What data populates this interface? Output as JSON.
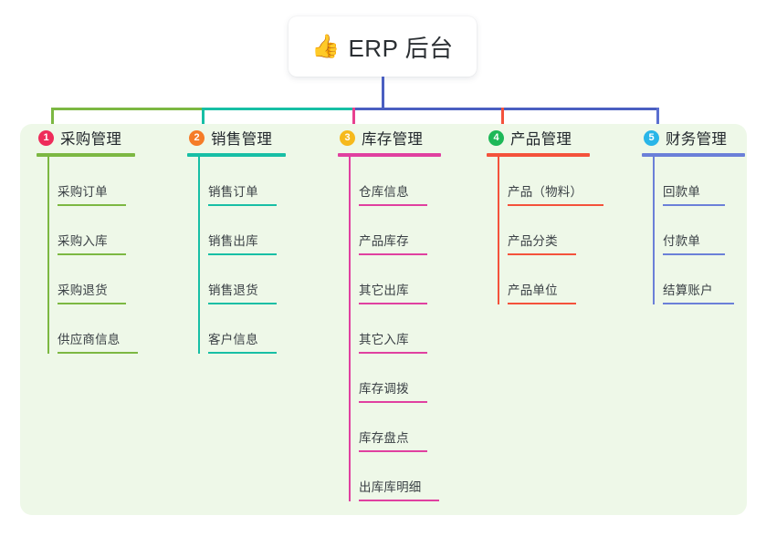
{
  "root": {
    "icon": "thumbs-up-emoji",
    "icon_glyph": "👍",
    "title": "ERP 后台"
  },
  "palette": {
    "canvas_bg": "#ffffff",
    "panel_bg": "#eef8e8",
    "root_bg": "#ffffff",
    "text": "#23282d",
    "item_text": "#3a4045",
    "trunk": "#4a5fc1"
  },
  "columns": [
    {
      "number": "1",
      "title": "采购管理",
      "badge_color": "#ee2c5a",
      "line_color": "#7cb842",
      "connector_color": "#7cb842",
      "title_width": 108,
      "items": [
        {
          "label": "采购订单",
          "rule_width": 75
        },
        {
          "label": "采购入库",
          "rule_width": 75
        },
        {
          "label": "采购退货",
          "rule_width": 75
        },
        {
          "label": "供应商信息",
          "rule_width": 88
        }
      ]
    },
    {
      "number": "2",
      "title": "销售管理",
      "badge_color": "#f57c28",
      "line_color": "#17bfa5",
      "connector_color": "#17bfa5",
      "title_width": 108,
      "items": [
        {
          "label": "销售订单",
          "rule_width": 75
        },
        {
          "label": "销售出库",
          "rule_width": 75
        },
        {
          "label": "销售退货",
          "rule_width": 75
        },
        {
          "label": "客户信息",
          "rule_width": 75
        }
      ]
    },
    {
      "number": "3",
      "title": "库存管理",
      "badge_color": "#f6b91c",
      "line_color": "#e040a0",
      "connector_color": "#e8418f",
      "title_width": 113,
      "items": [
        {
          "label": "仓库信息",
          "rule_width": 75
        },
        {
          "label": "产品库存",
          "rule_width": 75
        },
        {
          "label": "其它出库",
          "rule_width": 75
        },
        {
          "label": "其它入库",
          "rule_width": 75
        },
        {
          "label": "库存调拨",
          "rule_width": 75
        },
        {
          "label": "库存盘点",
          "rule_width": 75
        },
        {
          "label": "出库库明细",
          "rule_width": 88
        }
      ]
    },
    {
      "number": "4",
      "title": "产品管理",
      "badge_color": "#1eb858",
      "line_color": "#f4523b",
      "connector_color": "#f4523b",
      "title_width": 113,
      "items": [
        {
          "label": "产品（物料）",
          "rule_width": 105
        },
        {
          "label": "产品分类",
          "rule_width": 75
        },
        {
          "label": "产品单位",
          "rule_width": 75
        }
      ]
    },
    {
      "number": "5",
      "title": "财务管理",
      "badge_color": "#29b6e8",
      "line_color": "#6b80d8",
      "connector_color": "#5a6fd0",
      "title_width": 113,
      "items": [
        {
          "label": "回款单",
          "rule_width": 68
        },
        {
          "label": "付款单",
          "rule_width": 68
        },
        {
          "label": "结算账户",
          "rule_width": 78
        }
      ]
    }
  ]
}
